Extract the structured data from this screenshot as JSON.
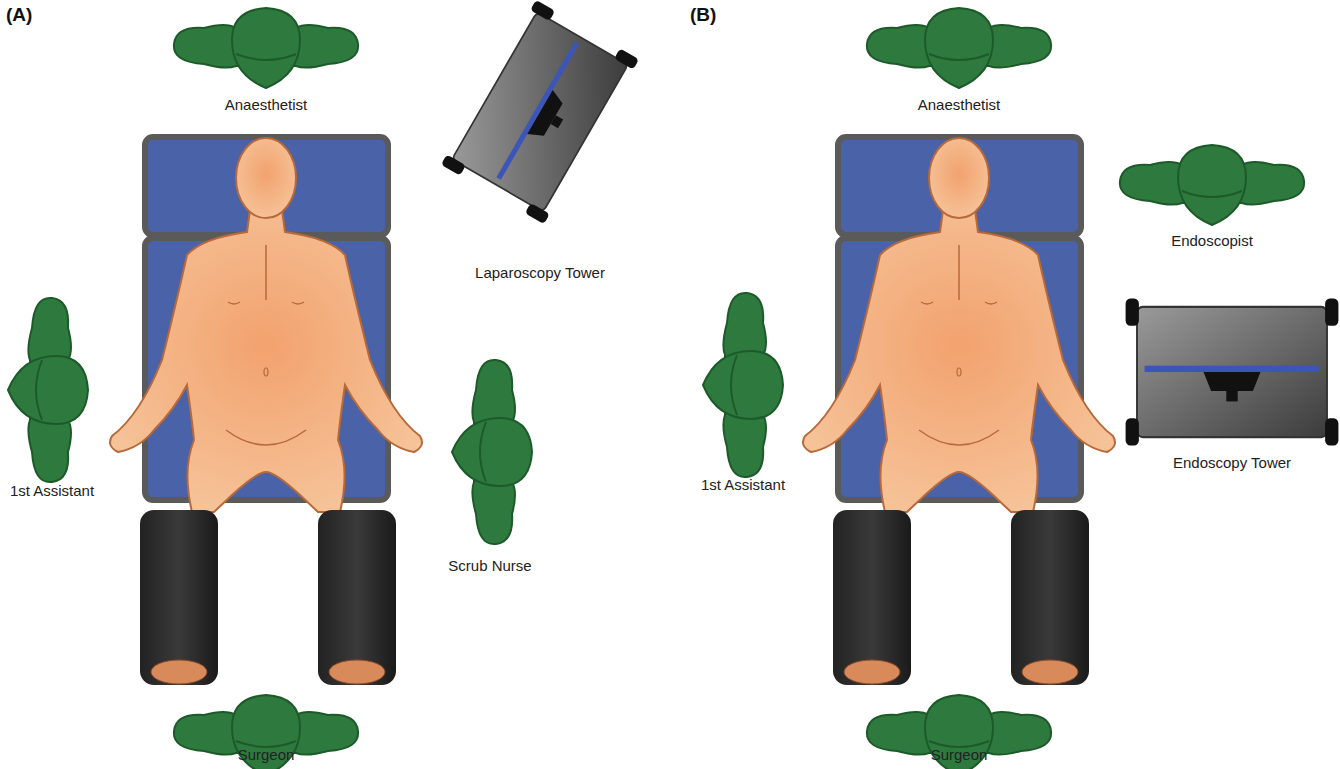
{
  "diagram": {
    "labels": [
      "(A)",
      "Anaesthetist",
      "Laparoscopy Tower",
      "1st Assistant",
      "Scrub Nurse",
      "Surgeon",
      "(B)",
      "Anaesthetist",
      "Endoscopist",
      "1st Assistant",
      "Endoscopy Tower",
      "Surgeon"
    ]
  }
}
